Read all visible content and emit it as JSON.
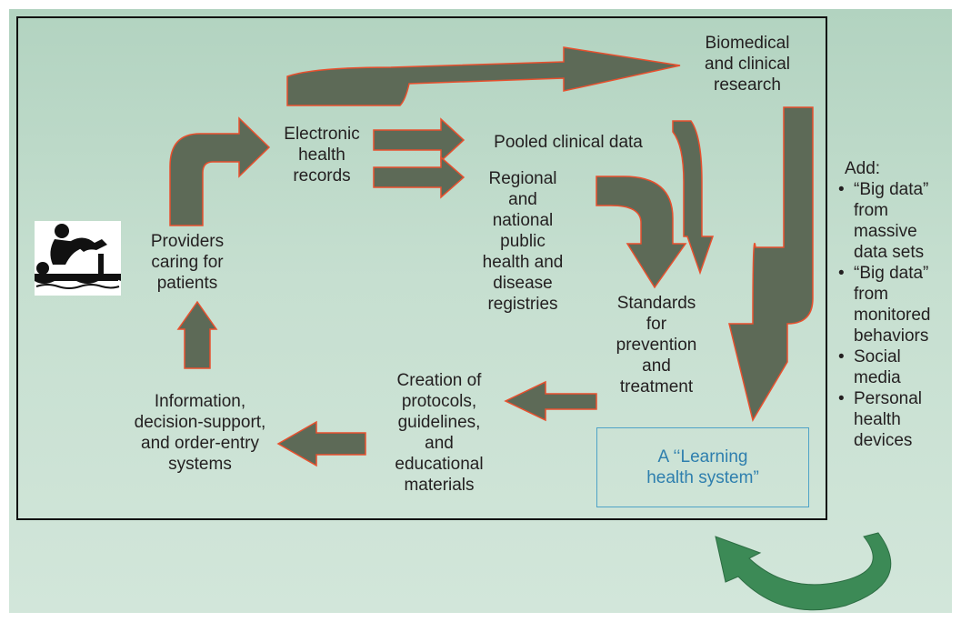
{
  "nodes": {
    "biomedical": [
      "Biomedical",
      "and clinical",
      "research"
    ],
    "ehr": [
      "Electronic",
      "health",
      "records"
    ],
    "pooled": [
      "Pooled clinical data"
    ],
    "registries": [
      "Regional",
      "and",
      "national",
      "public",
      "health and",
      "disease",
      "registries"
    ],
    "providers": [
      "Providers",
      "caring for",
      "patients"
    ],
    "standards": [
      "Standards",
      "for",
      "prevention",
      "and",
      "treatment"
    ],
    "protocols": [
      "Creation of",
      "protocols,",
      "guidelines,",
      "and",
      "educational",
      "materials"
    ],
    "information": [
      "Information,",
      "decision-support,",
      "and order-entry",
      "systems"
    ],
    "learning_system": [
      "A ‘‘Learning",
      "health system”"
    ]
  },
  "add_panel": {
    "title": "Add:",
    "items": [
      "“Big data” from massive data sets",
      "“Big data” from monitored behaviors",
      "Social media",
      "Personal health devices"
    ]
  },
  "colors": {
    "arrow_fill": "#5d6a57",
    "arrow_outline": "#e8502e",
    "feedback_arrow": "#3c8a56",
    "learning_text": "#2e7fae",
    "learning_border": "#4fa3c7"
  },
  "icons": {
    "patient_care": "patient-care-icon"
  }
}
